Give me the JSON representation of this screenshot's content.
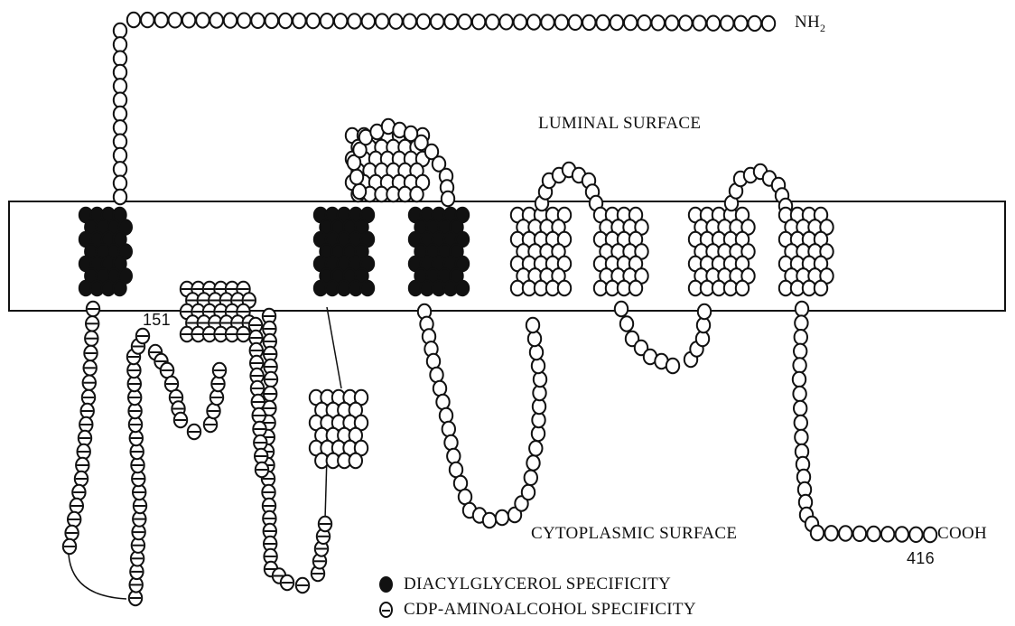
{
  "labels": {
    "nh2": "NH",
    "nh2_sub": "2",
    "luminal": "LUMINAL SURFACE",
    "cytoplasmic": "CYTOPLASMIC SURFACE",
    "cooh": "COOH",
    "residue_151": "151",
    "residue_416": "416"
  },
  "legend": {
    "diacylglycerol": "DIACYLGLYCEROL SPECIFICITY",
    "cdp": "CDP-AMINOALCOHOL SPECIFICITY"
  },
  "colors": {
    "ink": "#111111",
    "background": "#ffffff"
  },
  "residue_styles": [
    "open",
    "filled",
    "striped"
  ]
}
